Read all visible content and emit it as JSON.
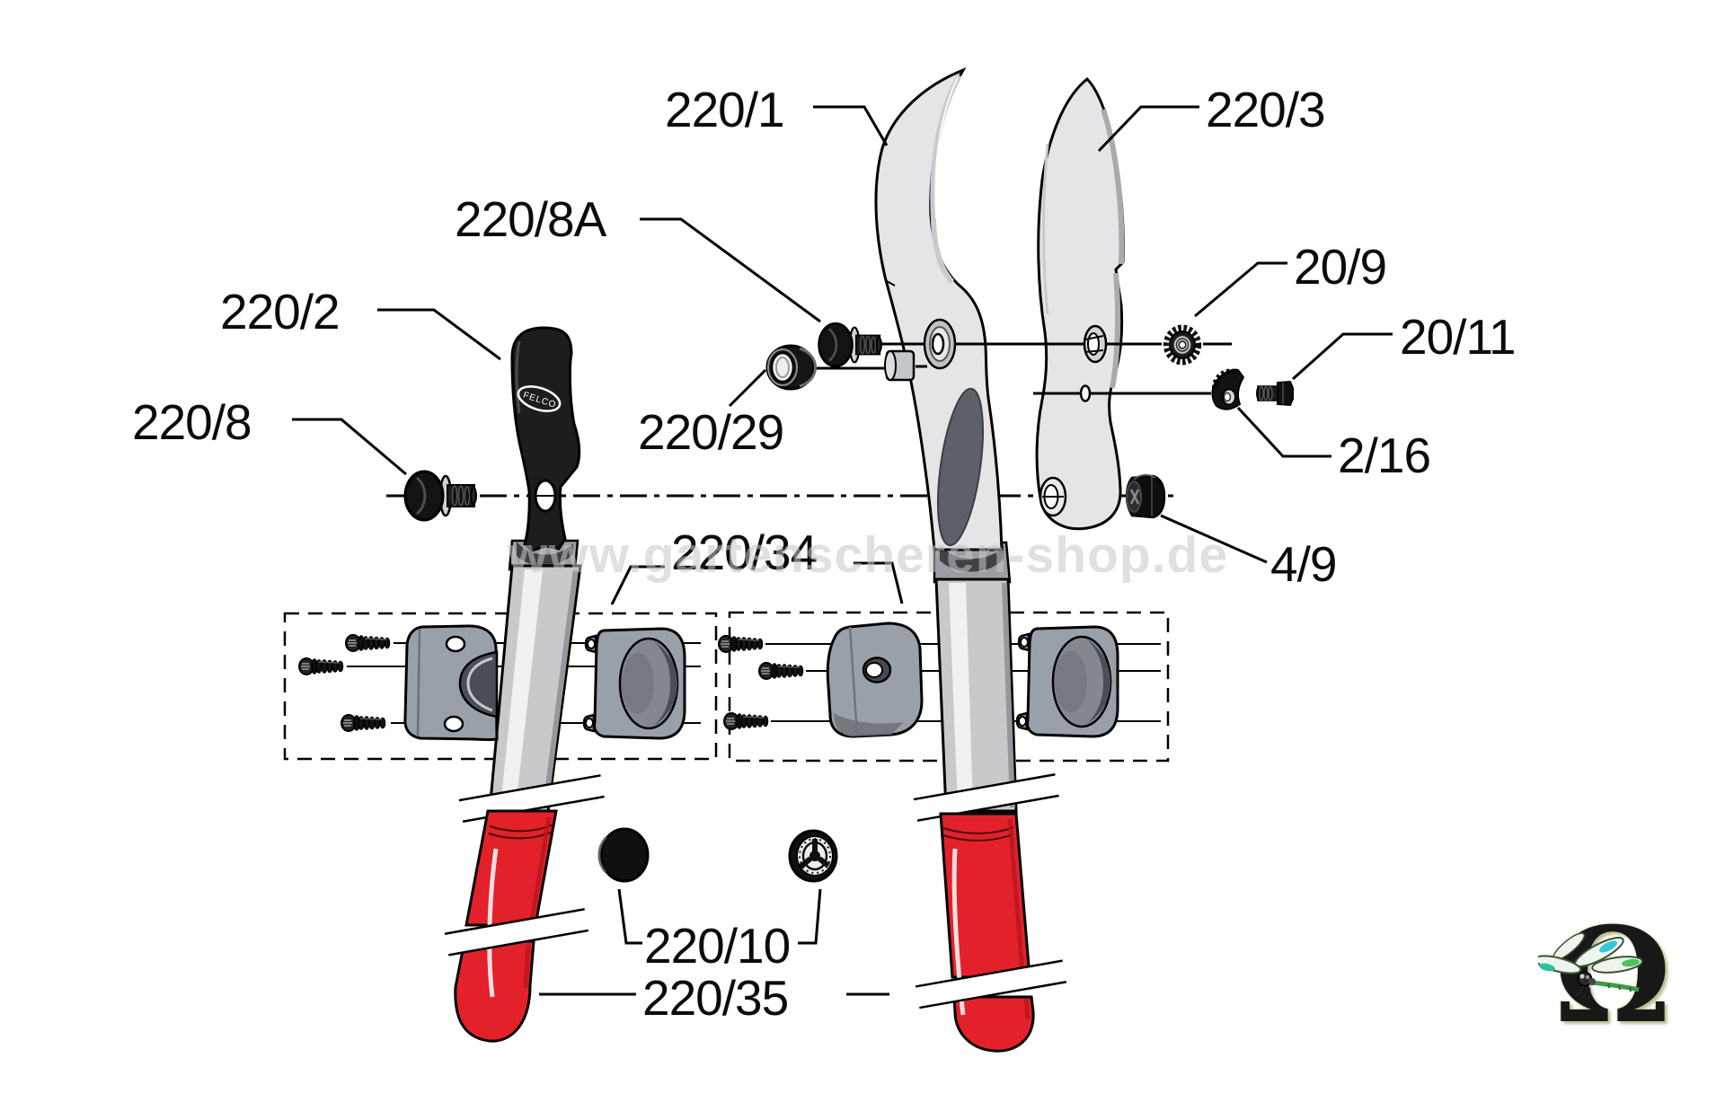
{
  "watermark": "www.gartenscheren-shop.de",
  "labels": {
    "p220_1": "220/1",
    "p220_3": "220/3",
    "p220_8a": "220/8A",
    "p220_2": "220/2",
    "p220_8": "220/8",
    "p220_29": "220/29",
    "p20_9": "20/9",
    "p20_11": "20/11",
    "p2_16": "2/16",
    "p4_9": "4/9",
    "p220_34": "220/34",
    "p220_10": "220/10",
    "p220_35": "220/35"
  },
  "lever_brand": "FELCO",
  "logo_symbol": "Ω",
  "colors": {
    "handle_red": "#e2212b",
    "blade_gray": "#e4e5e7",
    "part_black": "#141416",
    "clamp_gray": "#9aa0a8",
    "watermark_gray": "rgba(198,198,198,0.55)"
  }
}
